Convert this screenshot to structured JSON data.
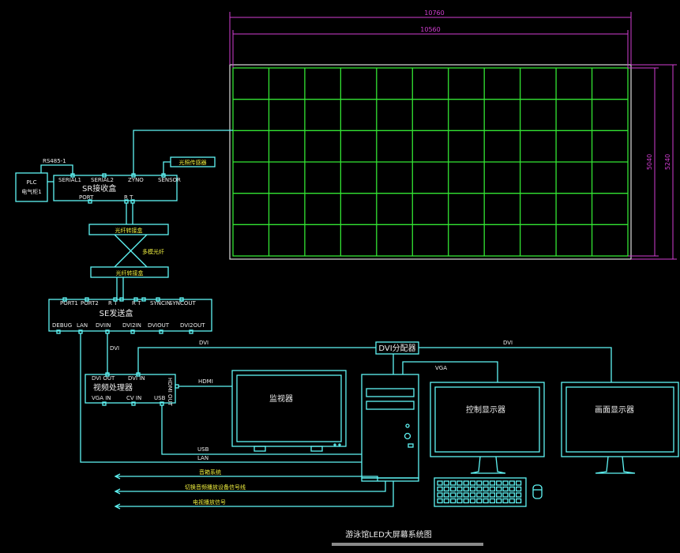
{
  "screen": {
    "cols": 11,
    "rows": 6
  },
  "dimensions": {
    "outer_width": "10760",
    "inner_width": "10560",
    "inner_height": "5040",
    "outer_height": "5240"
  },
  "plc": {
    "line1": "PLC",
    "line2": "电气柜1"
  },
  "rs485": "RS485-1",
  "sensor_box": "光照传感器",
  "sr": {
    "title": "SR接收盒",
    "serial1": "SERIAL1",
    "serial2": "SERIAL2",
    "zyno": "ZYNO",
    "sensor": "SENSOR",
    "port": "PORT",
    "rt": "R  T"
  },
  "fiber1": "光纤转接盒",
  "fiber2": "光纤转接盒",
  "fiber_cable": "多模光纤",
  "se": {
    "title": "SE发送盒",
    "port1": "PORT1",
    "port2": "PORT2",
    "rt1": "R  T",
    "rt2": "R  T",
    "syncin": "SYNCIN",
    "syncout": "SYNCOUT",
    "debug": "DEBUG",
    "lan": "LAN",
    "dviin": "DVIIN",
    "dvi2in": "DVI2IN",
    "dviout": "DVIOUT",
    "dvi2out": "DVI2OUT"
  },
  "vp": {
    "title": "视频处理器",
    "dviout": "DVI OUT",
    "dviin": "DVI IN",
    "hdmi_out": "HDMI OUT",
    "vga_in": "VGA IN",
    "cv_in": "CV IN",
    "usb": "USB"
  },
  "labels": {
    "dvi_left": "DVI",
    "dvi_top": "DVI",
    "dvi_right": "DVI",
    "hdmi": "HDMI",
    "vga": "VGA",
    "usb": "USB",
    "lan": "LAN"
  },
  "dvi_splitter": "DVI分配器",
  "monitor1": "监视器",
  "monitor2": "控制显示器",
  "monitor3": "画面显示器",
  "line_audio": "音箱系统",
  "line_broadcast": "切换音频播放设备信号线",
  "line_player": "电视播放信号",
  "footer_title": "游泳馆LED大屏幕系统图"
}
